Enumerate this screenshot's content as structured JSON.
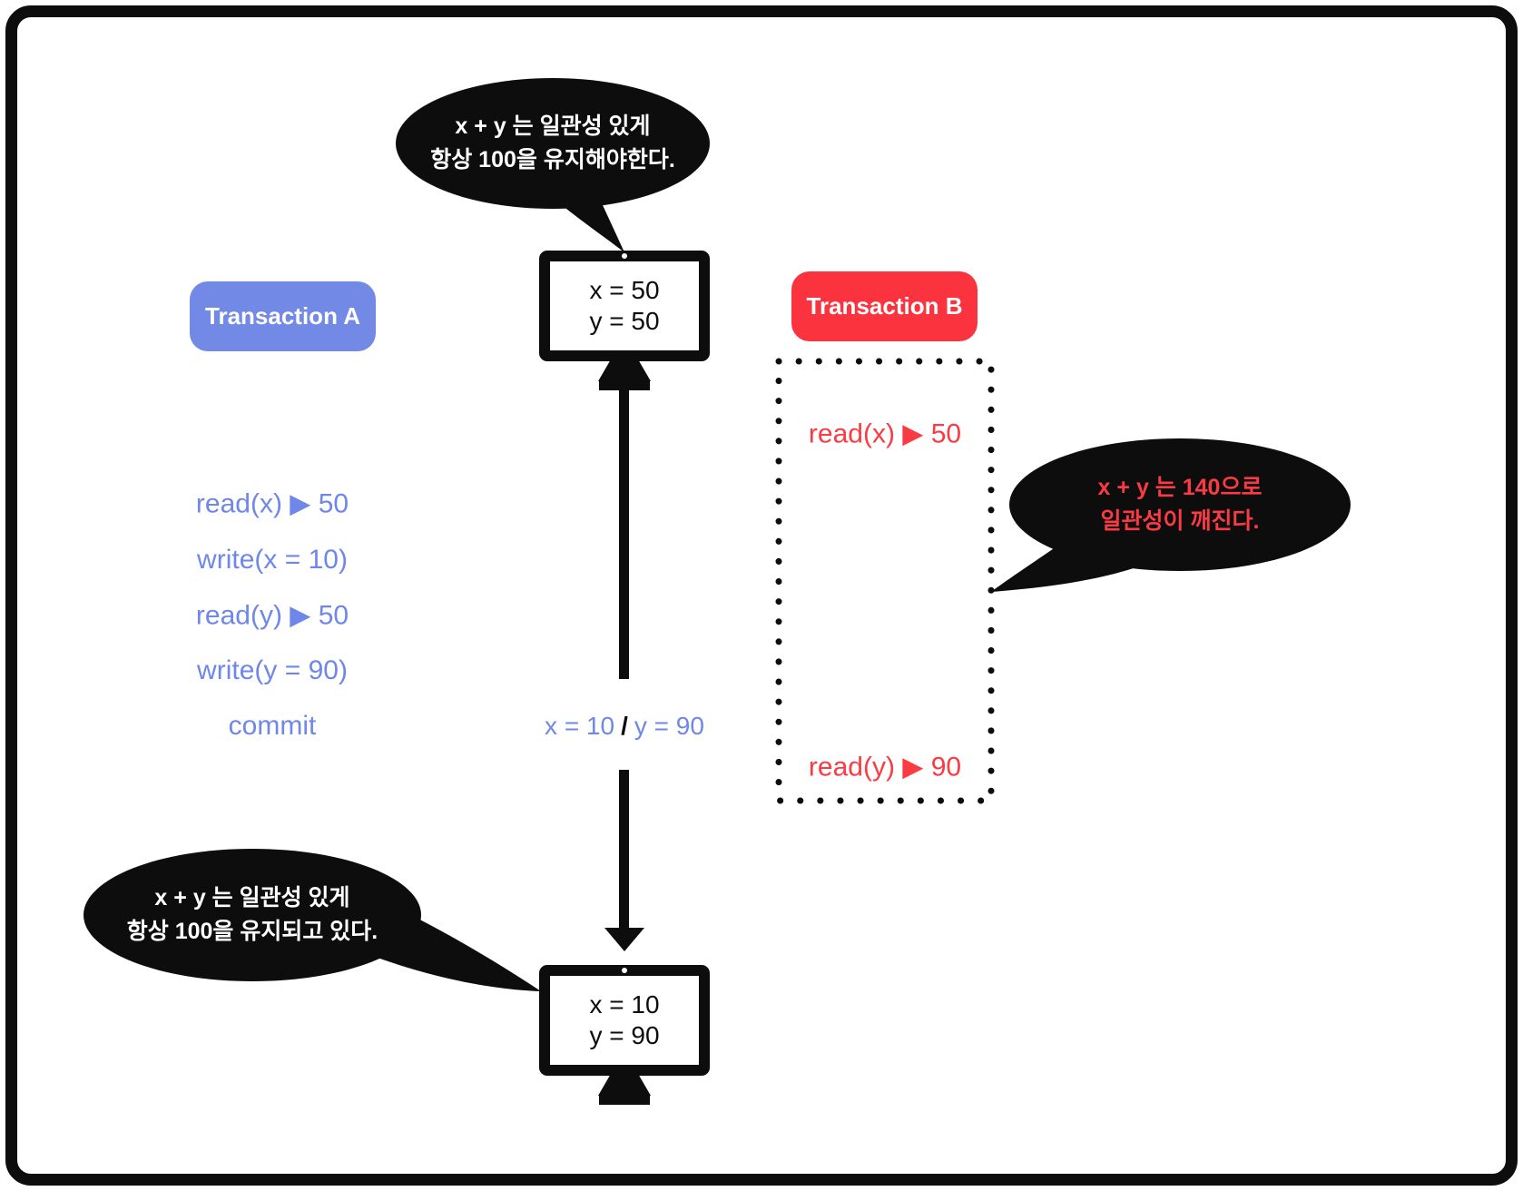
{
  "colors": {
    "blue_badge": "#7289e6",
    "blue_text": "#6e87e8",
    "red_badge": "#fb333e",
    "red_text": "#fb3b43",
    "bubble_bg": "#0d0d0d"
  },
  "badges": {
    "transaction_a": "Transaction A",
    "transaction_b": "Transaction B"
  },
  "transaction_a": {
    "operations": [
      "read(x) ▶ 50",
      "write(x = 10)",
      "read(y) ▶ 50",
      "write(y = 90)",
      "commit"
    ]
  },
  "transaction_b": {
    "operations": [
      "read(x) ▶ 50",
      "read(y) ▶ 90"
    ]
  },
  "bubbles": {
    "top": {
      "line1": "x + y 는 일관성 있게",
      "line2": "항상 100을 유지해야한다."
    },
    "bottom_left": {
      "line1": "x + y 는 일관성 있게",
      "line2": "항상 100을 유지되고 있다."
    },
    "right": {
      "line1": "x + y 는 140으로",
      "line2": "일관성이 깨진다."
    }
  },
  "monitors": {
    "top": {
      "line1": "x = 50",
      "line2": "y = 50"
    },
    "bottom": {
      "line1": "x = 10",
      "line2": "y = 90"
    }
  },
  "arrow_label": {
    "left": "x = 10",
    "slash": "/",
    "right": "y = 90"
  }
}
